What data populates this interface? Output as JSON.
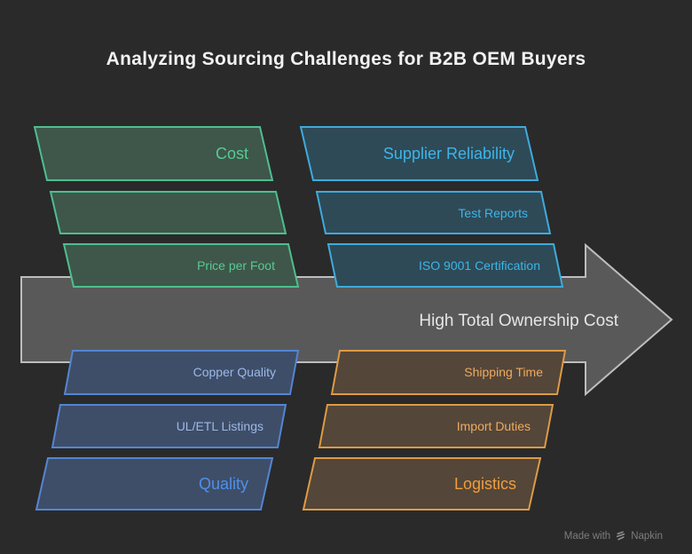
{
  "title": "Analyzing Sourcing Challenges for B2B OEM Buyers",
  "arrow": {
    "label": "High Total Ownership Cost",
    "fill": "#595959",
    "border": "#bdbdbd",
    "text_color": "#e6e6e6"
  },
  "groups": {
    "top_left": {
      "category": "Cost",
      "colors": {
        "border": "#4fbe8e",
        "fill": "#3e574a",
        "text": "#57ca93"
      },
      "items": [
        {
          "label": "Cost",
          "kind": "category"
        },
        {
          "label": "",
          "kind": "item"
        },
        {
          "label": "Price per Foot",
          "kind": "item"
        }
      ]
    },
    "top_right": {
      "category": "Supplier Reliability",
      "colors": {
        "border": "#3faadb",
        "fill": "#2e4a57",
        "text": "#3db5e8"
      },
      "items": [
        {
          "label": "Supplier Reliability",
          "kind": "category"
        },
        {
          "label": "Test Reports",
          "kind": "item"
        },
        {
          "label": "ISO 9001 Certification",
          "kind": "item"
        }
      ]
    },
    "bottom_left": {
      "category": "Quality",
      "colors": {
        "border": "#5585d2",
        "fill": "#3e4e68",
        "text": "#9bb8e8",
        "text_category": "#4f90ea"
      },
      "items": [
        {
          "label": "Copper Quality",
          "kind": "item"
        },
        {
          "label": "UL/ETL Listings",
          "kind": "item"
        },
        {
          "label": "Quality",
          "kind": "category"
        }
      ]
    },
    "bottom_right": {
      "category": "Logistics",
      "colors": {
        "border": "#dd9b45",
        "fill": "#544639",
        "text": "#eeaa60",
        "text_category": "#ef9e3d"
      },
      "items": [
        {
          "label": "Shipping Time",
          "kind": "item"
        },
        {
          "label": "Import Duties",
          "kind": "item"
        },
        {
          "label": "Logistics",
          "kind": "category"
        }
      ]
    }
  },
  "footer": {
    "made_with": "Made with",
    "brand": "Napkin",
    "icon": "napkin-logo-icon"
  },
  "colors": {
    "background": "#2a2a2a",
    "title": "#f2f2f2",
    "footer_text": "#7d7d7d"
  }
}
